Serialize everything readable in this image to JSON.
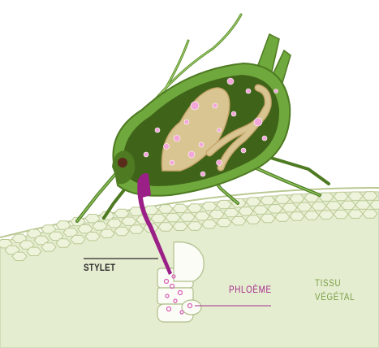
{
  "labels": {
    "stylet": "STYLET",
    "phloeme": "PHLOÈME",
    "tissu_line1": "TISSU",
    "tissu_line2": "VÉGÉTAL"
  },
  "colors": {
    "leaf_fill": "#e5edd0",
    "leaf_edge": "#c9d6ad",
    "cell_stroke": "#b9c992",
    "body_outer": "#6fa83c",
    "body_inner": "#3f6419",
    "gut": "#d9c592",
    "gut_edge": "#c9a86e",
    "stylet": "#9a1f86",
    "droplet": "#f2a7d8",
    "label_dark": "#2a2a2a",
    "label_magenta": "#a42a8c",
    "label_green": "#7aa046"
  }
}
